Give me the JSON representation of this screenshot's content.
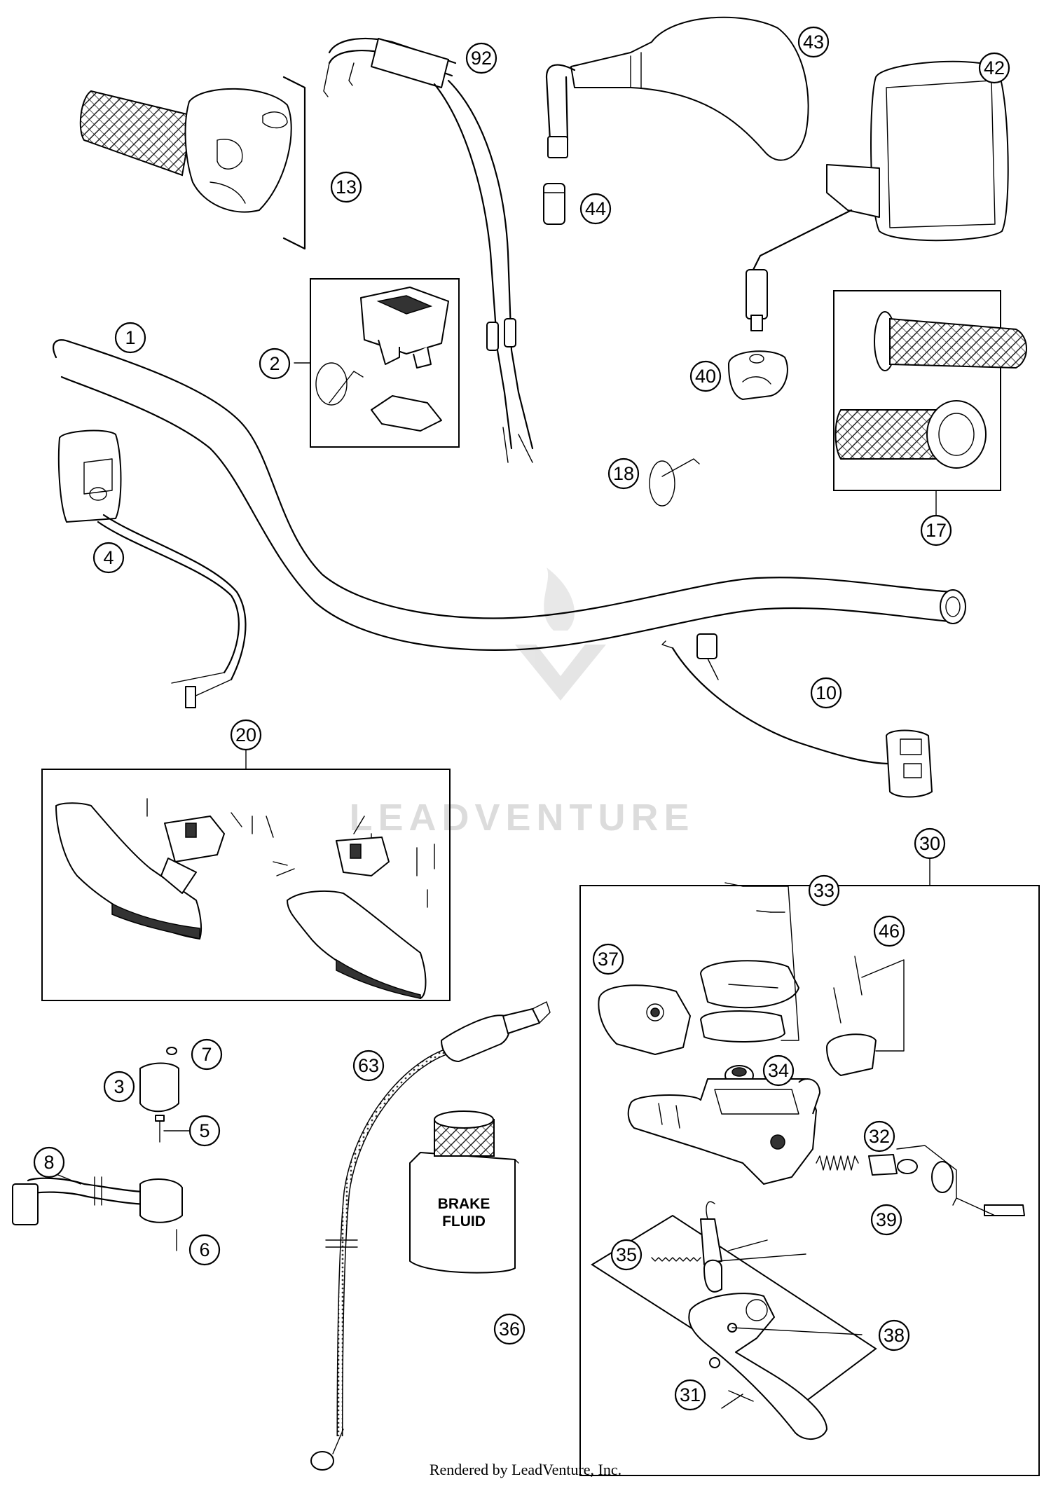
{
  "diagram": {
    "callouts": [
      {
        "id": "part-1",
        "label": "1"
      },
      {
        "id": "part-2",
        "label": "2"
      },
      {
        "id": "part-3",
        "label": "3"
      },
      {
        "id": "part-4",
        "label": "4"
      },
      {
        "id": "part-5",
        "label": "5"
      },
      {
        "id": "part-6",
        "label": "6"
      },
      {
        "id": "part-7",
        "label": "7"
      },
      {
        "id": "part-8",
        "label": "8"
      },
      {
        "id": "part-10",
        "label": "10"
      },
      {
        "id": "part-13",
        "label": "13"
      },
      {
        "id": "part-17",
        "label": "17"
      },
      {
        "id": "part-18",
        "label": "18"
      },
      {
        "id": "part-20",
        "label": "20"
      },
      {
        "id": "part-30",
        "label": "30"
      },
      {
        "id": "part-31",
        "label": "31"
      },
      {
        "id": "part-32",
        "label": "32"
      },
      {
        "id": "part-33",
        "label": "33"
      },
      {
        "id": "part-34",
        "label": "34"
      },
      {
        "id": "part-35",
        "label": "35"
      },
      {
        "id": "part-36",
        "label": "36"
      },
      {
        "id": "part-37",
        "label": "37"
      },
      {
        "id": "part-38",
        "label": "38"
      },
      {
        "id": "part-39",
        "label": "39"
      },
      {
        "id": "part-40",
        "label": "40"
      },
      {
        "id": "part-42",
        "label": "42"
      },
      {
        "id": "part-43",
        "label": "43"
      },
      {
        "id": "part-44",
        "label": "44"
      },
      {
        "id": "part-46",
        "label": "46"
      },
      {
        "id": "part-63",
        "label": "63"
      },
      {
        "id": "part-92",
        "label": "92"
      }
    ],
    "brake_fluid_label": [
      "BRAKE",
      "FLUID"
    ],
    "watermark": "LEADVENTURE",
    "footer": "Rendered by LeadVenture, Inc."
  }
}
